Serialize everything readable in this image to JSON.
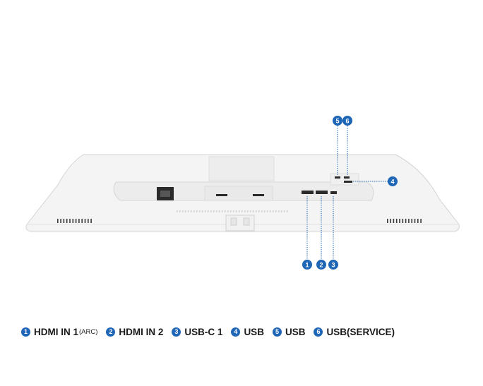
{
  "colors": {
    "badge": "#1f66b7",
    "body": "#f3f3f3",
    "outline": "#d4d4d4",
    "port": "#2a2a2a"
  },
  "markers": [
    {
      "id": "marker-1",
      "num": "1"
    },
    {
      "id": "marker-2",
      "num": "2"
    },
    {
      "id": "marker-3",
      "num": "3"
    },
    {
      "id": "marker-4",
      "num": "4"
    },
    {
      "id": "marker-5",
      "num": "5"
    },
    {
      "id": "marker-6",
      "num": "6"
    }
  ],
  "legend": [
    {
      "num": "1",
      "label": "HDMI IN 1",
      "suffix": "(ARC)"
    },
    {
      "num": "2",
      "label": "HDMI IN 2",
      "suffix": ""
    },
    {
      "num": "3",
      "label": "USB-C 1",
      "suffix": ""
    },
    {
      "num": "4",
      "label": "USB",
      "suffix": ""
    },
    {
      "num": "5",
      "label": "USB",
      "suffix": ""
    },
    {
      "num": "6",
      "label": "USB(SERVICE)",
      "suffix": ""
    }
  ]
}
